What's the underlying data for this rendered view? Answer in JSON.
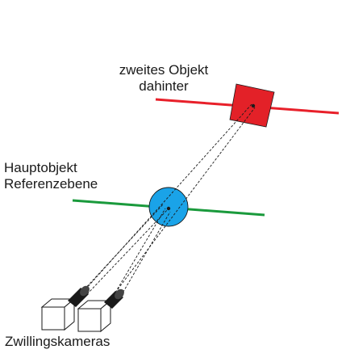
{
  "labels": {
    "second_object_line1": "zweites Objekt",
    "second_object_line2": "dahinter",
    "main_object_line1": "Hauptobjekt",
    "main_object_line2": "Referenzebene",
    "cameras": "Zwillingskameras"
  },
  "colors": {
    "rear_plane": "#e8202a",
    "rear_object_fill": "#e32128",
    "front_plane": "#1a9a3c",
    "front_object_fill": "#1aa3e8",
    "outline": "#1a1a1a",
    "lens": "#1a1a1a"
  },
  "icons": {
    "rear_object": "square",
    "front_object": "circle",
    "camera": "cube-camera"
  }
}
